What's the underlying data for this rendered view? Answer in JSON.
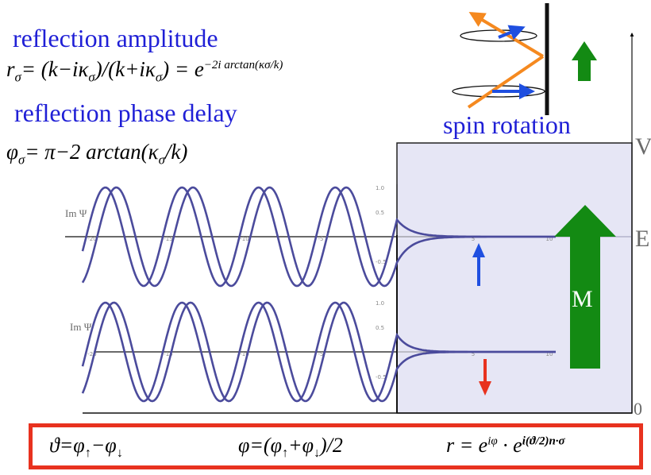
{
  "labels": {
    "reflection_amplitude": "reflection amplitude",
    "reflection_phase_delay": "reflection phase delay",
    "spin_rotation": "spin rotation",
    "level_V": "V",
    "level_E": "E",
    "level_0": "0",
    "magnetization": "M",
    "im_psi_top": "Im Ψ",
    "im_psi_bottom": "Im Ψ"
  },
  "equations": {
    "r_sigma": {
      "lhs_var": "r",
      "lhs_sub": "σ",
      "body": "= (k−iκ",
      "sub1": "σ",
      "mid": ")/(k+iκ",
      "sub2": "σ",
      "end": ") = e",
      "exp": "−2i arctan(κσ/k)"
    },
    "phi_sigma": {
      "lhs_var": "φ",
      "lhs_sub": "σ",
      "body": "= π−2 arctan(κ",
      "sub1": "σ",
      "end": "/k)"
    },
    "theta": {
      "text": "ϑ=φ",
      "s1": "↑",
      "mid": "−φ",
      "s2": "↓"
    },
    "phi_avg": {
      "a": "φ=(φ",
      "s1": "↑",
      "b": "+φ",
      "s2": "↓",
      "c": ")/2"
    },
    "r_total": {
      "a": "r = e",
      "exp1": "iφ",
      "b": " · e",
      "exp2": "i(ϑ/2)n·σ"
    }
  },
  "plot_ticks": {
    "x": [
      "-20",
      "-15",
      "-10",
      "-5",
      "5",
      "10"
    ],
    "y": [
      "1.0",
      "0.5",
      "-0.5"
    ]
  },
  "colors": {
    "accent_blue": "#1f1fd6",
    "wave": "#4b4b9c",
    "barrier_fill": "#e6e6f5",
    "arrow_green": "#138a13",
    "arrow_orange": "#f5891f",
    "arrow_blue": "#1f4fe0",
    "arrow_red": "#e8321f",
    "box_red": "#e8321f"
  }
}
